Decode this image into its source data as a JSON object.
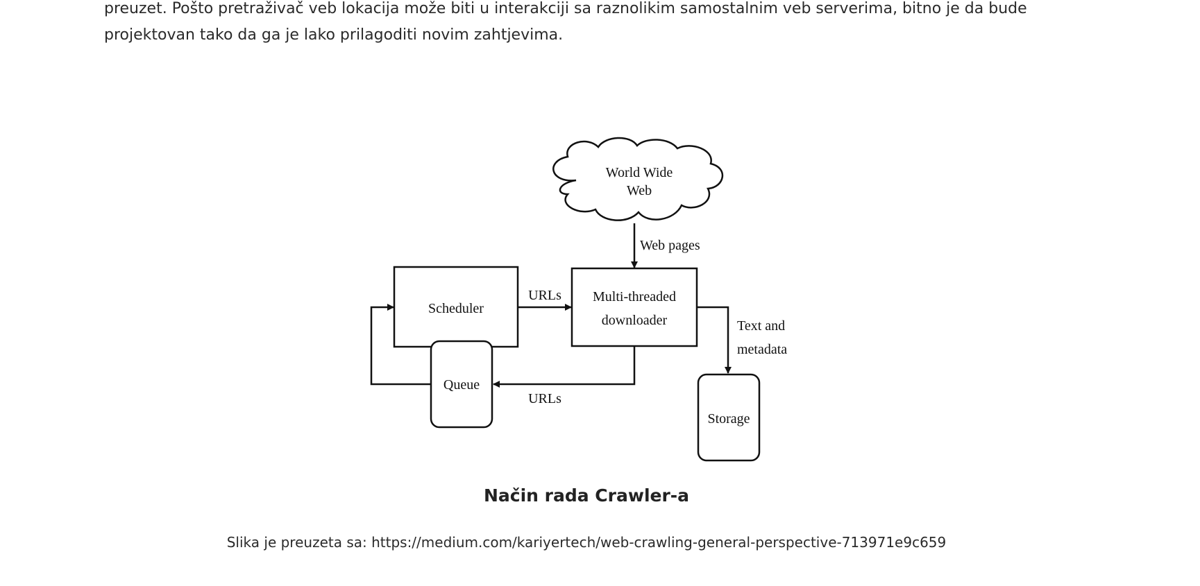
{
  "article": {
    "paragraph_lines": [
      "preuzet. Pošto pretraživač veb lokacija može biti u interakciji sa raznolikim samostalnim veb serverima, bitno je da bude",
      "projektovan tako da ga je lako prilagoditi novim zahtjevima."
    ]
  },
  "diagram": {
    "cloud_line1": "World Wide",
    "cloud_line2": "Web",
    "web_pages_label": "Web pages",
    "scheduler_label": "Scheduler",
    "urls_top_label": "URLs",
    "downloader_line1": "Multi-threaded",
    "downloader_line2": "downloader",
    "text_meta_line1": "Text and",
    "text_meta_line2": "metadata",
    "queue_label": "Queue",
    "urls_bottom_label": "URLs",
    "storage_label": "Storage"
  },
  "figure": {
    "caption": "Način rada Crawler-a",
    "source": "Slika je preuzeta sa: https://medium.com/kariyertech/web-crawling-general-perspective-713971e9c659"
  }
}
